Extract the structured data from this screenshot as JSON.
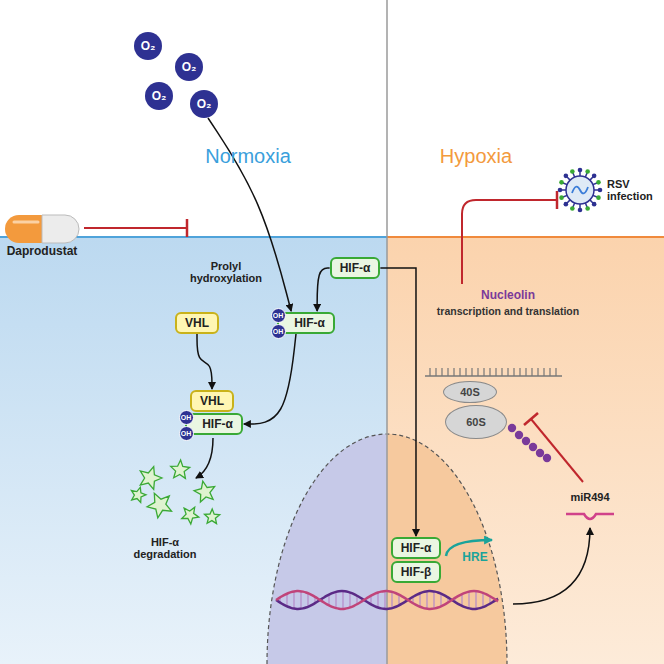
{
  "diagram": {
    "nodes": [
      {
        "text": [
          "O₂"
        ]
      },
      {
        "text": [
          "O₂"
        ]
      },
      {
        "text": [
          "O₂"
        ]
      },
      {
        "text": [
          "O₂"
        ]
      },
      {
        "text": [
          "RSV infection"
        ]
      },
      {
        "text": [
          "Daprodustat"
        ]
      },
      {
        "text": [
          "HIF-α"
        ]
      },
      {
        "text": [
          "VHL"
        ]
      },
      {
        "text": [
          "HIF-α"
        ]
      },
      {
        "text": [
          "OH"
        ]
      },
      {
        "text": [
          "OH"
        ]
      },
      {
        "text": [
          "VHL"
        ]
      },
      {
        "text": [
          "HIF-α"
        ]
      },
      {
        "text": [
          "OH"
        ]
      },
      {
        "text": [
          "OH"
        ]
      },
      {
        "text": [
          "40S"
        ]
      },
      {
        "text": [
          "60S"
        ]
      },
      {
        "text": [
          "HIF-α"
        ]
      },
      {
        "text": [
          "HIF-β"
        ]
      }
    ],
    "edges": [
      {
        "from": 3,
        "to": 8,
        "arrow": "to"
      },
      {
        "from": 6,
        "to": 8,
        "arrow": "to"
      },
      {
        "from": 7,
        "to": 11,
        "arrow": "to"
      },
      {
        "from": 8,
        "to": 12,
        "arrow": "to"
      },
      {
        "from": 6,
        "to": 17,
        "arrow": "to"
      }
    ],
    "labels": [
      "Normoxia",
      "Hypoxia",
      "Prolyl hydroxylation",
      "Nucleolin",
      "transcription and translation",
      "HIF-α degradation",
      "miR494",
      "HRE"
    ]
  }
}
